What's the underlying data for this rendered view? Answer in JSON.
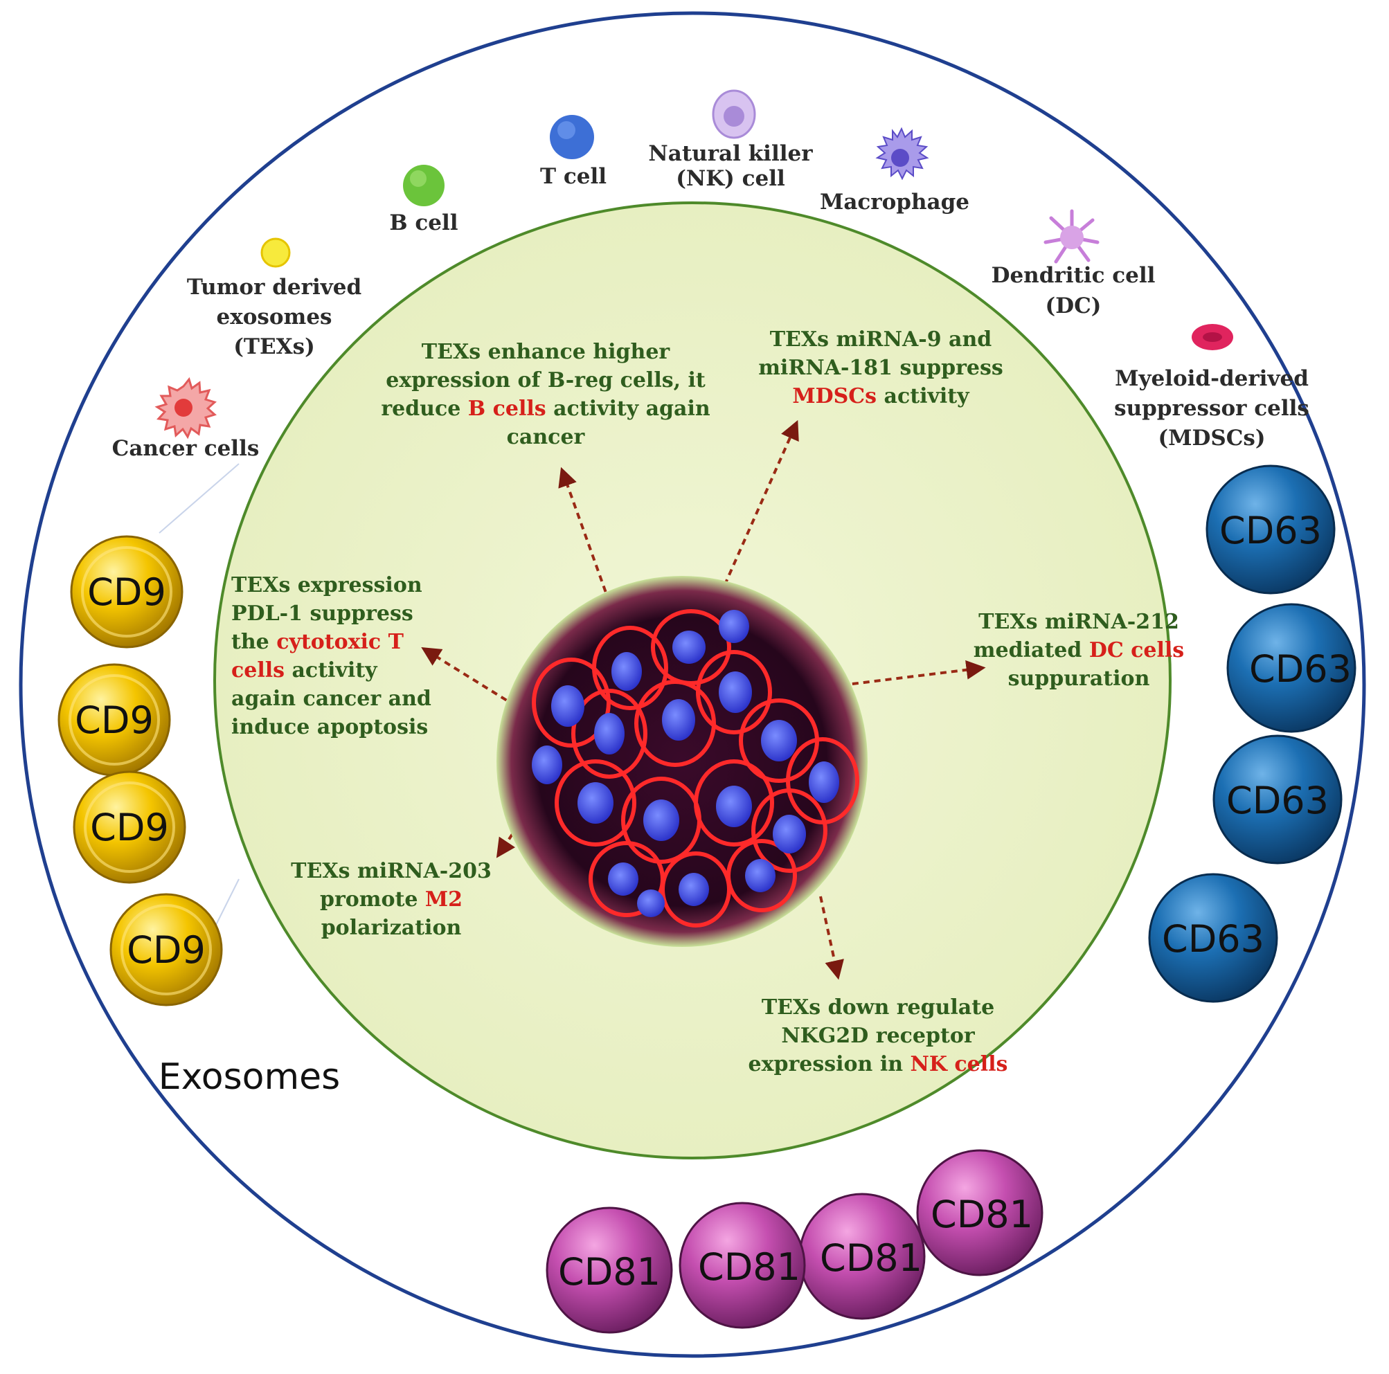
{
  "outer_label": "Exosomes",
  "cell_types": {
    "cancer": "Cancer cells",
    "texs": [
      "Tumor derived",
      "exosomes",
      "(TEXs)"
    ],
    "b_cell": "B cell",
    "t_cell": "T cell",
    "nk_cell": [
      "Natural killer",
      "(NK) cell"
    ],
    "macrophage": "Macrophage",
    "dendritic": [
      "Dendritic cell",
      "(DC)"
    ],
    "mdsc": [
      "Myeloid-derived",
      "suppressor cells",
      "(MDSCs)"
    ]
  },
  "effects": {
    "b_cells": {
      "line1": "TEXs enhance higher",
      "line2": "expression of B-reg cells, it",
      "line3_pre": "reduce ",
      "line3_hl": "B cells",
      "line3_post": " activity again",
      "line4": "cancer"
    },
    "mdsc": {
      "line1": "TEXs miRNA-9 and",
      "line2": "miRNA-181 suppress",
      "line3_hl": "MDSCs",
      "line3_post": " activity"
    },
    "t_cells": {
      "line1": "TEXs   expression",
      "line2": "PDL-1    suppress",
      "line3_pre": "the  ",
      "line3_hl": "cytotoxic   T",
      "line4_hl": "cells",
      "line4_post": " activity",
      "line5": "again  cancer  and",
      "line6": "induce apoptosis"
    },
    "dc": {
      "line1": "TEXs miRNA-212",
      "line2_pre": "mediated ",
      "line2_hl": "DC cells",
      "line3": "suppuration"
    },
    "m2": {
      "line1": "TEXs miRNA-203",
      "line2_pre": "promote ",
      "line2_hl": "M2",
      "line3": "polarization"
    },
    "nk": {
      "line1": "TEXs down regulate",
      "line2": "NKG2D receptor",
      "line3_pre": "expression in  ",
      "line3_hl": "NK cells"
    }
  },
  "markers": {
    "cd9": [
      "CD9",
      "CD9",
      "CD9",
      "CD9"
    ],
    "cd63": [
      "CD63",
      "CD63",
      "CD63",
      "CD63"
    ],
    "cd81": [
      "CD81",
      "CD81",
      "CD81",
      "CD81"
    ]
  },
  "colors": {
    "outer_ring": "#1f3f8f",
    "inner_fill": "#eef3cf",
    "inner_ring": "#4e8a2a",
    "cd9": "#f2c200",
    "cd63": "#1c6fb3",
    "cd81": "#c54fb0",
    "highlight": "#d6201a",
    "effect_text": "#2f5d1e"
  },
  "icons": [
    "cancer-cell-icon",
    "exosome-icon",
    "b-cell-icon",
    "t-cell-icon",
    "nk-cell-icon",
    "macrophage-icon",
    "dendritic-cell-icon",
    "mdsc-icon",
    "tumor-cluster-image"
  ]
}
